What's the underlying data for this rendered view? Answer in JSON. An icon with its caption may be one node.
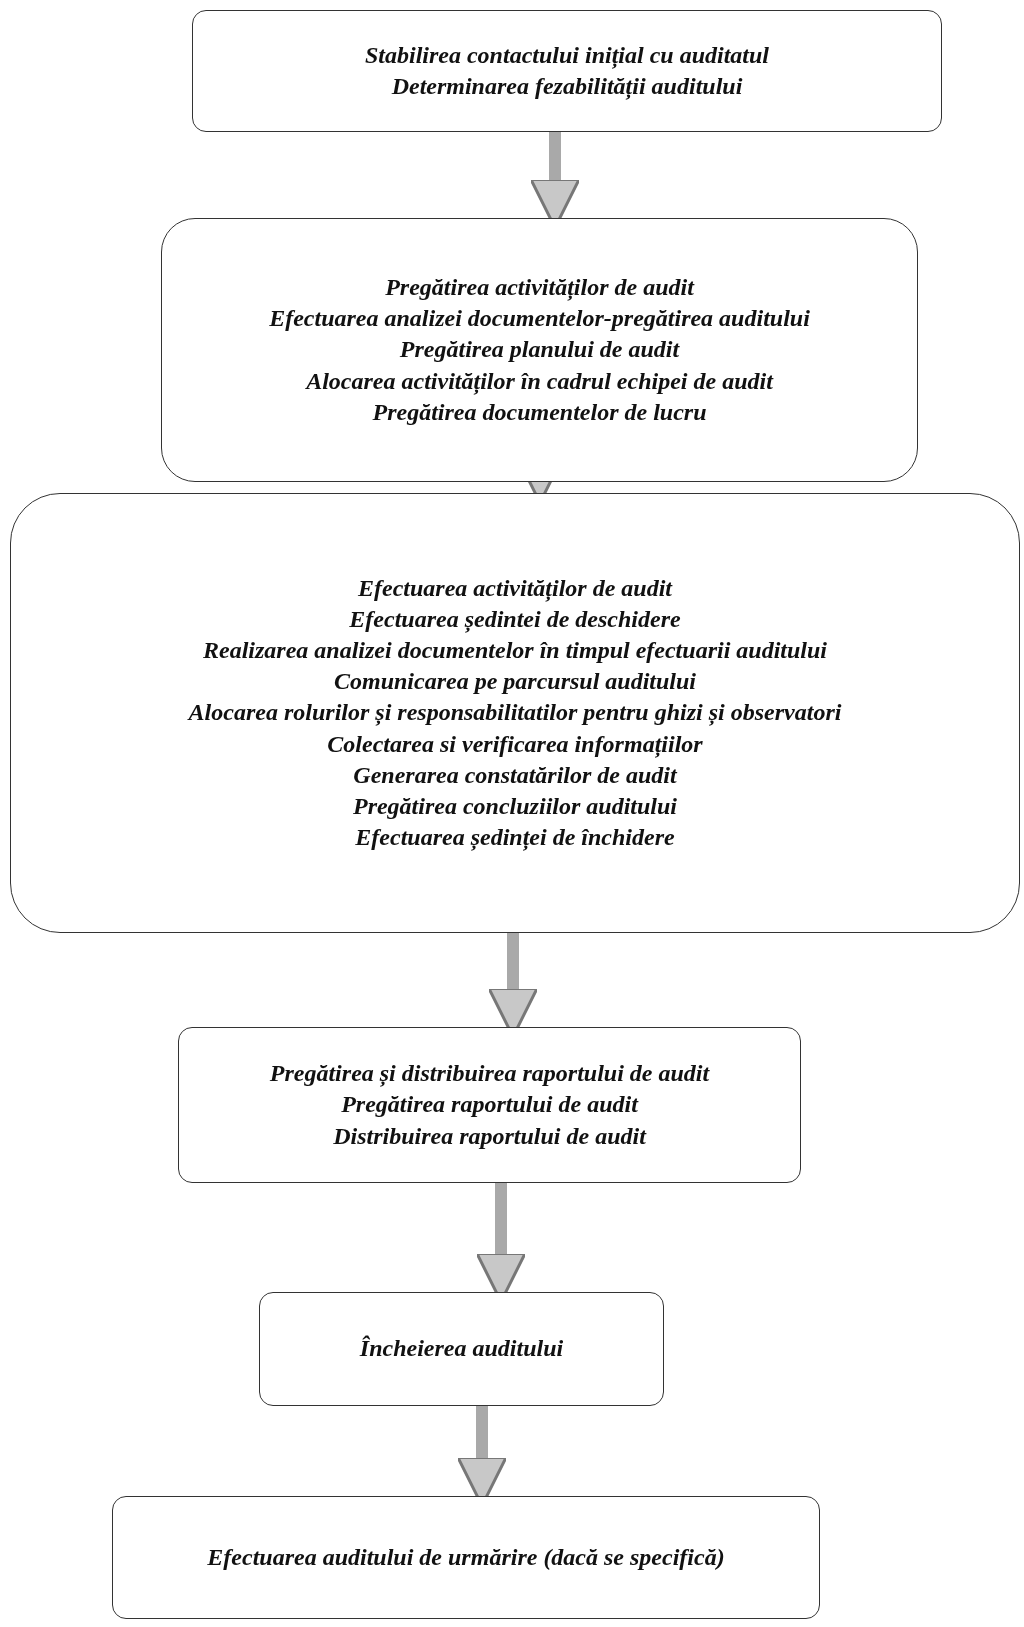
{
  "diagram": {
    "nodes": [
      {
        "text": [
          "Stabilirea contactului inițial cu auditatul",
          "Determinarea fezabilității auditului"
        ]
      },
      {
        "text": [
          "Pregătirea activităților de audit",
          "Efectuarea analizei documentelor-pregătirea auditului",
          "Pregătirea planului de audit",
          "Alocarea activităților în cadrul echipei de audit",
          "Pregătirea documentelor de lucru"
        ]
      },
      {
        "text": [
          "Efectuarea activităților de audit",
          "Efectuarea ședintei de deschidere",
          "Realizarea analizei documentelor în timpul efectuarii auditului",
          "Comunicarea pe parcursul auditului",
          "Alocarea rolurilor și responsabilitatilor pentru ghizi și observatori",
          "Colectarea si verificarea informațiilor",
          "Generarea constatărilor de audit",
          "Pregătirea concluziilor auditului",
          "Efectuarea ședinței de închidere"
        ]
      },
      {
        "text": [
          "Pregătirea și distribuirea raportului de audit",
          "Pregătirea raportului de audit",
          "Distribuirea raportului de audit"
        ]
      },
      {
        "text": [
          "Încheierea auditului"
        ]
      },
      {
        "text": [
          "Efectuarea auditului de urmărire (dacă se specifică)"
        ]
      }
    ],
    "edges": [
      {
        "from": 0,
        "to": 1,
        "arrow": "to"
      },
      {
        "from": 1,
        "to": 2,
        "arrow": "to"
      },
      {
        "from": 2,
        "to": 3,
        "arrow": "to"
      },
      {
        "from": 3,
        "to": 4,
        "arrow": "to"
      },
      {
        "from": 4,
        "to": 5,
        "arrow": "to"
      }
    ]
  }
}
